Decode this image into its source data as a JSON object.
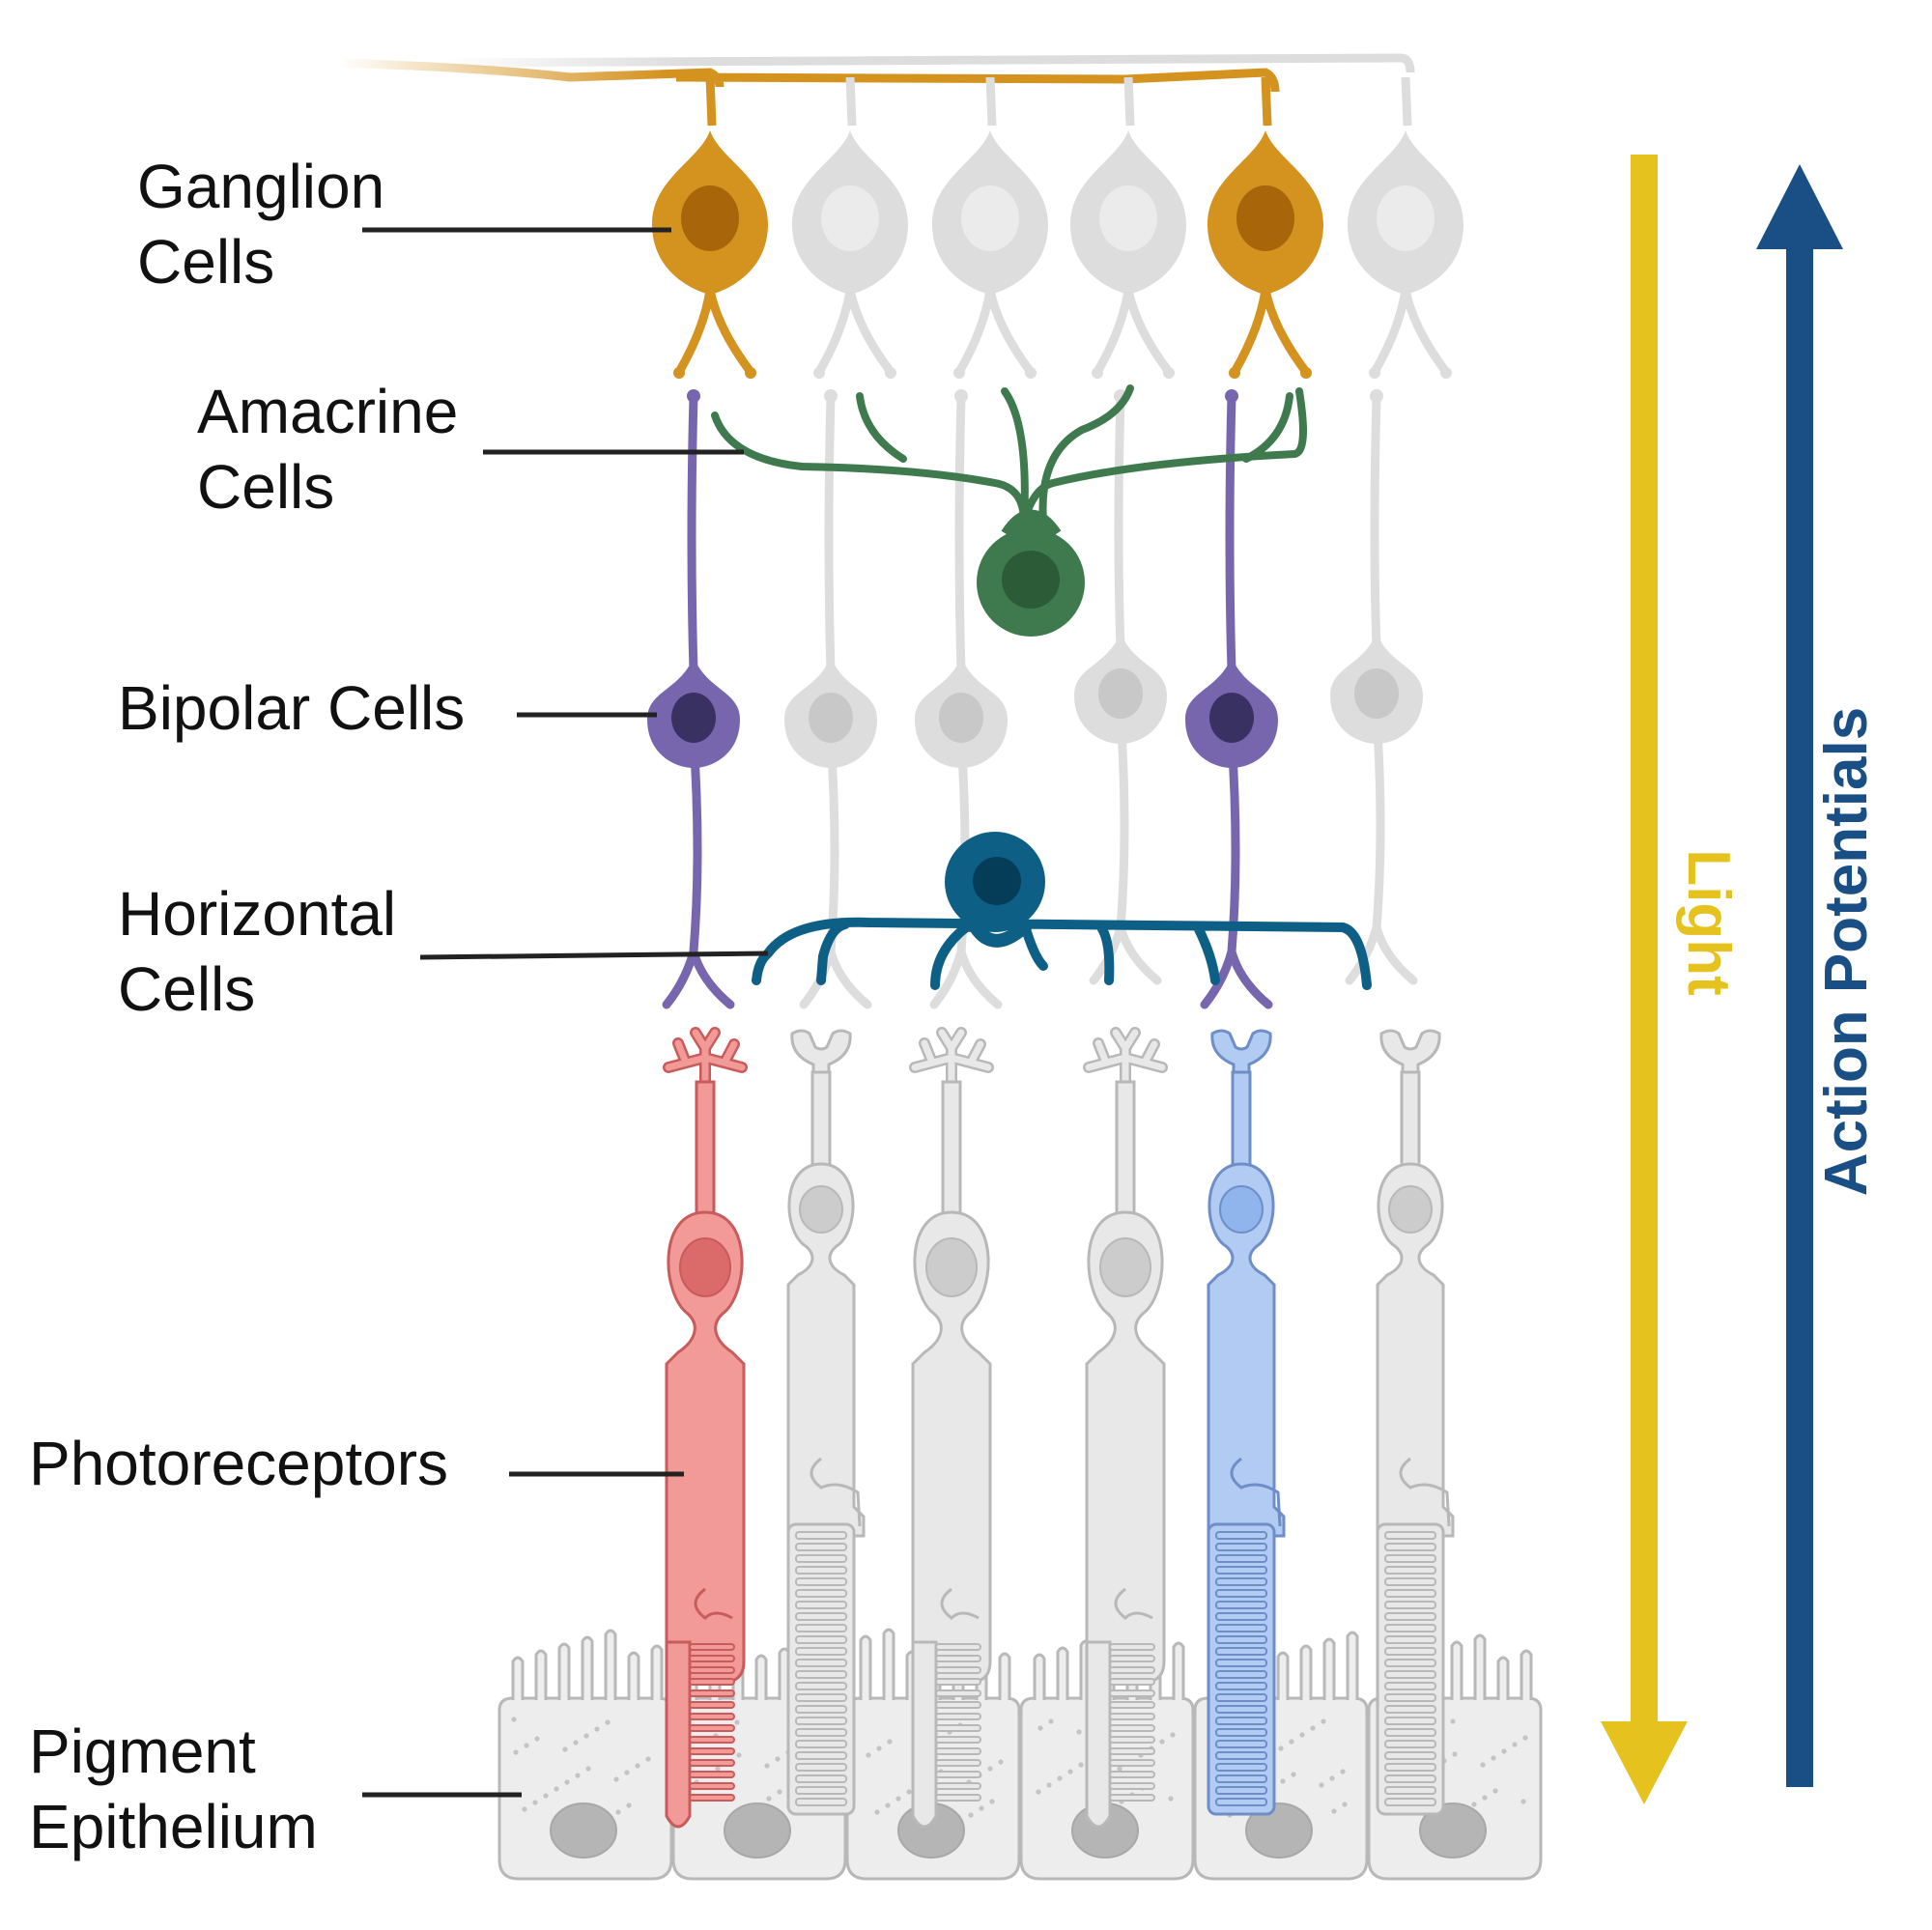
{
  "labels": {
    "ganglion": [
      "Ganglion",
      "Cells"
    ],
    "amacrine": [
      "Amacrine",
      "Cells"
    ],
    "bipolar": [
      "Bipolar Cells"
    ],
    "horizontal": [
      "Horizontal",
      "Cells"
    ],
    "photoreceptors": [
      "Photoreceptors"
    ],
    "pigment": [
      "Pigment",
      "Epithelium"
    ]
  },
  "arrows": {
    "light": {
      "label": "Light",
      "direction": "down",
      "color": "#E6C21E"
    },
    "action": {
      "label": "Action Potentials",
      "direction": "up",
      "color": "#1A4F86"
    }
  },
  "colors": {
    "ganglion": "#D4921F",
    "ganglion_nucleus": "#A9650A",
    "amacrine": "#3F7A4E",
    "amacrine_nucleus": "#2B5C37",
    "bipolar": "#7766AE",
    "bipolar_nucleus": "#3A3163",
    "horizontal": "#0E5F86",
    "horizontal_nucleus": "#053D58",
    "rod_red": "#F19A98",
    "rod_red_nucleus": "#DB6A6A",
    "cone_blue": "#B2CBF2",
    "cone_blue_nucleus": "#90B4EC",
    "inactive": "#DDDDDD",
    "inactive_outline": "#B8B8B8",
    "leader_line": "#222222"
  }
}
